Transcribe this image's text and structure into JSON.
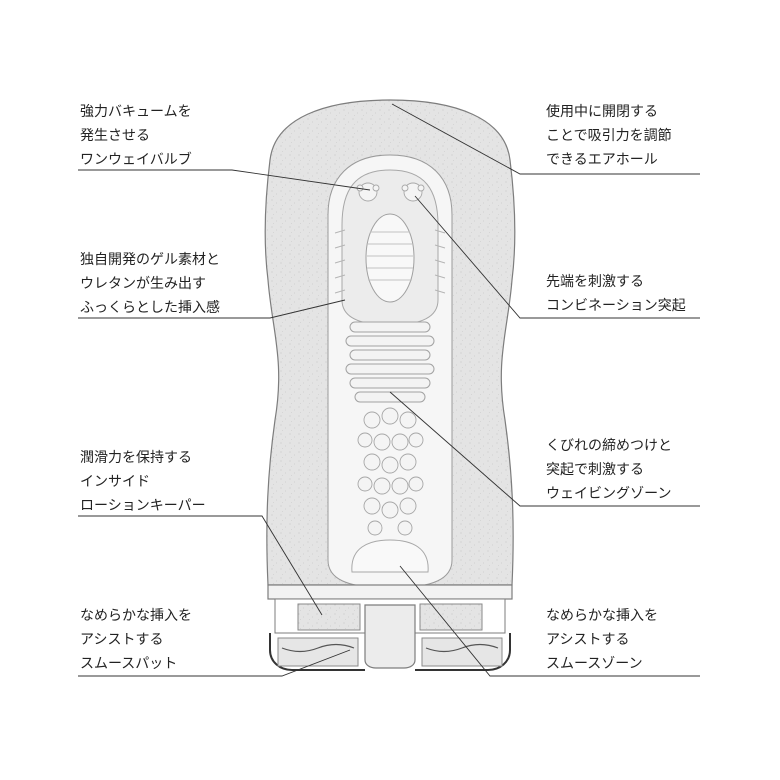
{
  "colors": {
    "body_fill": "#e4e4e4",
    "gel_fill": "#f6f6f6",
    "outline": "#7d7d7d",
    "leader": "#333333",
    "text": "#222222"
  },
  "callouts": {
    "vacuum_valve": {
      "lines": [
        "強力バキュームを",
        "発生させる",
        "ワンウェイバルブ"
      ]
    },
    "air_hole": {
      "lines": [
        "使用中に開閉する",
        "ことで吸引力を調節",
        "できるエアホール"
      ]
    },
    "gel_material": {
      "lines": [
        "独自開発のゲル素材と",
        "ウレタンが生み出す",
        "ふっくらとした挿入感"
      ]
    },
    "tip_bumps": {
      "lines": [
        "先端を刺激する",
        "コンビネーション突起"
      ]
    },
    "lotion_keeper": {
      "lines": [
        "潤滑力を保持する",
        "インサイド",
        "ローションキーパー"
      ]
    },
    "waving_zone": {
      "lines": [
        "くびれの締めつけと",
        "突起で刺激する",
        "ウェイビングゾーン"
      ]
    },
    "smooth_pad": {
      "lines": [
        "なめらかな挿入を",
        "アシストする",
        "スムースパット"
      ]
    },
    "smooth_zone": {
      "lines": [
        "なめらかな挿入を",
        "アシストする",
        "スムースゾーン"
      ]
    }
  }
}
